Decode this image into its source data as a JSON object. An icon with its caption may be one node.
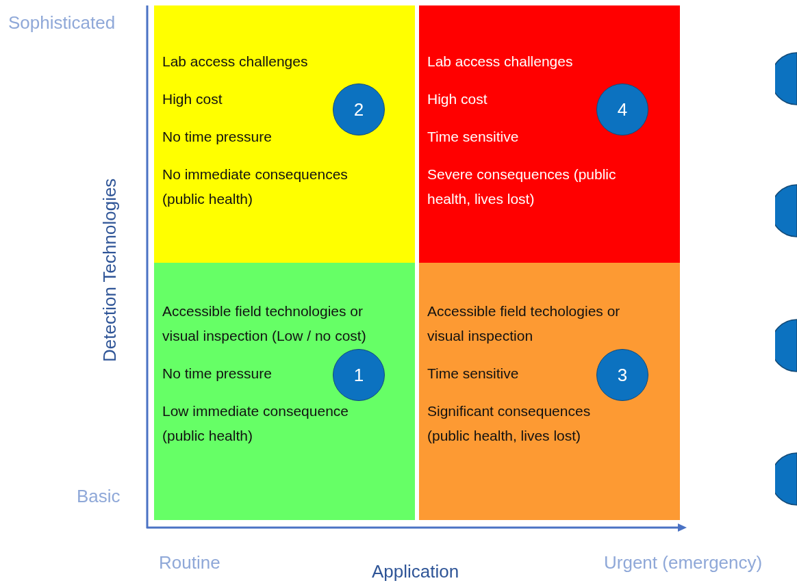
{
  "diagram": {
    "nodes": [
      {
        "text": [
          "Lab access challenges",
          "High cost",
          "No time pressure",
          "No immediate consequences (public health)"
        ]
      },
      {
        "text": [
          "2"
        ],
        "in": 0
      },
      {
        "text": [
          "Lab access challenges",
          "High cost",
          "Time sensitive",
          "Severe consequences (public health, lives lost)"
        ]
      },
      {
        "text": [
          "4"
        ],
        "in": 2
      },
      {
        "text": [
          "Accessible field technologies or visual inspection (Low / no cost)",
          "No time pressure",
          "Low immediate consequence (public health)"
        ]
      },
      {
        "text": [
          "1"
        ],
        "in": 4
      },
      {
        "text": [
          "Accessible field techologies or visual inspection",
          "Time sensitive",
          "Significant consequences (public health, lives lost)"
        ]
      },
      {
        "text": [
          "3"
        ],
        "in": 6
      },
      {
        "text": [],
        "shape": "circle"
      },
      {
        "text": [],
        "shape": "circle"
      },
      {
        "text": [],
        "shape": "circle"
      },
      {
        "text": [],
        "shape": "circle"
      }
    ],
    "edges": [],
    "labels": [
      "Sophisticated",
      "Detection Technologies",
      "Basic",
      "Routine",
      "Application",
      "Urgent (emergency)"
    ]
  }
}
